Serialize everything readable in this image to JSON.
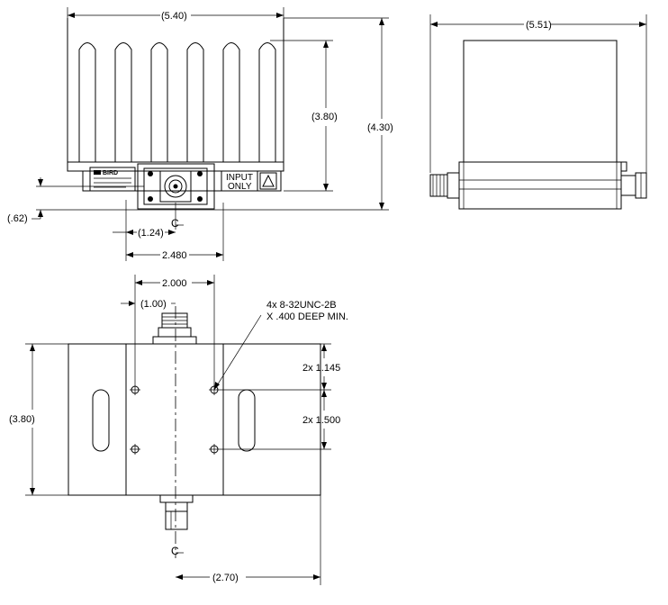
{
  "front_view": {
    "width_label": "(5.40)",
    "height_label": "(3.80)",
    "overall_height_label": "(4.30)",
    "offset_label": "(.62)",
    "centerline_label": "(1.24)",
    "base_label": "2.480",
    "input_label_line1": "INPUT",
    "input_label_line2": "ONLY",
    "nameplate_brand": "BIRD"
  },
  "side_view": {
    "width_label": "(5.51)"
  },
  "top_view": {
    "hole_spacing_label": "2.000",
    "hole_offset_label": "(1.00)",
    "note_line1": "4x  8-32UNC-2B",
    "note_line2": "X  .400  DEEP  MIN.",
    "height_label": "(3.80)",
    "spacing1_label": "2x  1.145",
    "spacing2_label": "2x  1.500",
    "bottom_label": "(2.70)"
  }
}
